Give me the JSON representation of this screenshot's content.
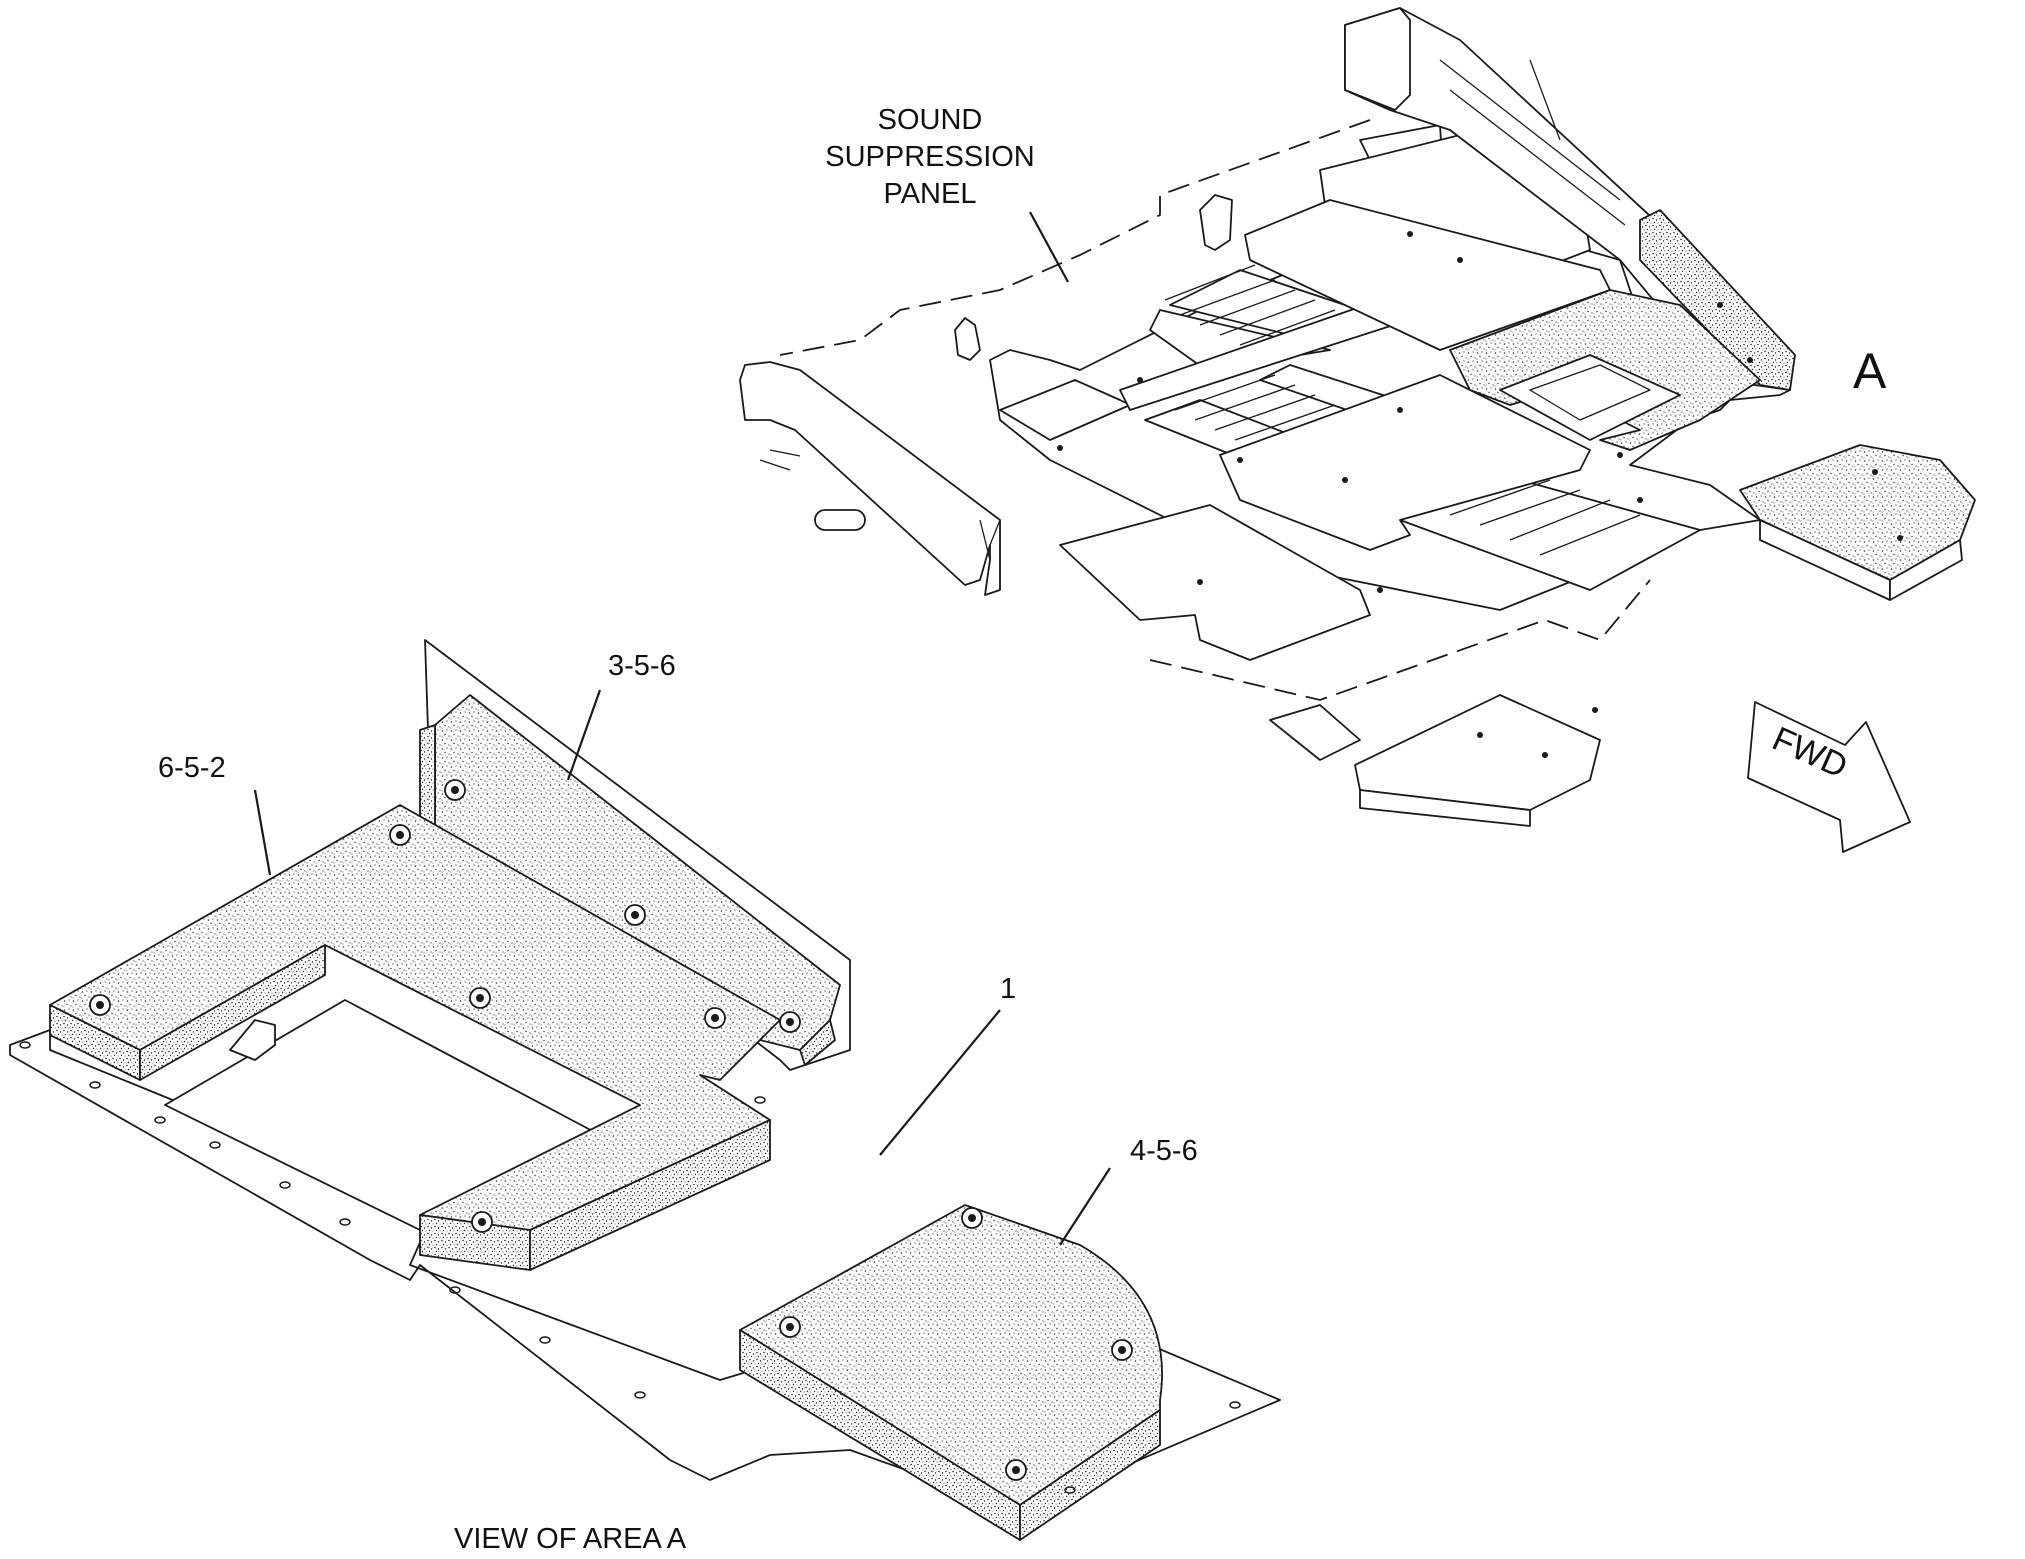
{
  "callouts": {
    "sound_suppression": [
      "SOUND",
      "SUPPRESSION",
      "PANEL"
    ],
    "area_marker": "A",
    "fwd": "FWD",
    "part_1": "1",
    "part_3_5_6": "3-5-6",
    "part_6_5_2": "6-5-2",
    "part_4_5_6": "4-5-6",
    "view_caption": "VIEW OF AREA A"
  },
  "style": {
    "line_color": "#1a1a1a",
    "background": "#ffffff"
  }
}
